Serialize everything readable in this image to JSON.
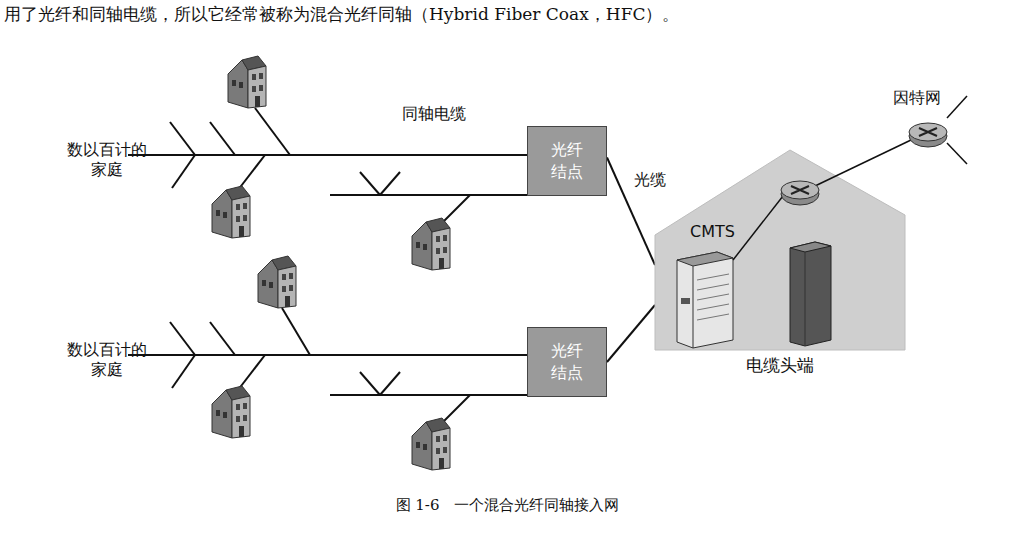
{
  "diagram": {
    "caption": "图 1-6　一个混合光纤同轴接入网",
    "nodes": [
      {
        "text": [
          "光纤 结点"
        ]
      },
      {
        "text": [
          "光纤 结点"
        ]
      },
      {
        "text": [
          "电缆头端"
        ]
      }
    ],
    "edges": [
      {
        "from": 0,
        "to": 2,
        "arrow": "none",
        "label": "光缆"
      },
      {
        "from": 1,
        "to": 2,
        "arrow": "none"
      }
    ],
    "labels": [
      "用了光纤和同轴电缆，所以它经常被称为混合光纤同轴（Hybrid Fiber Coax，HFC）。",
      "同轴电缆",
      "数以百计的 家庭",
      "数以百计的 家庭",
      "CMTS",
      "因特网"
    ]
  }
}
